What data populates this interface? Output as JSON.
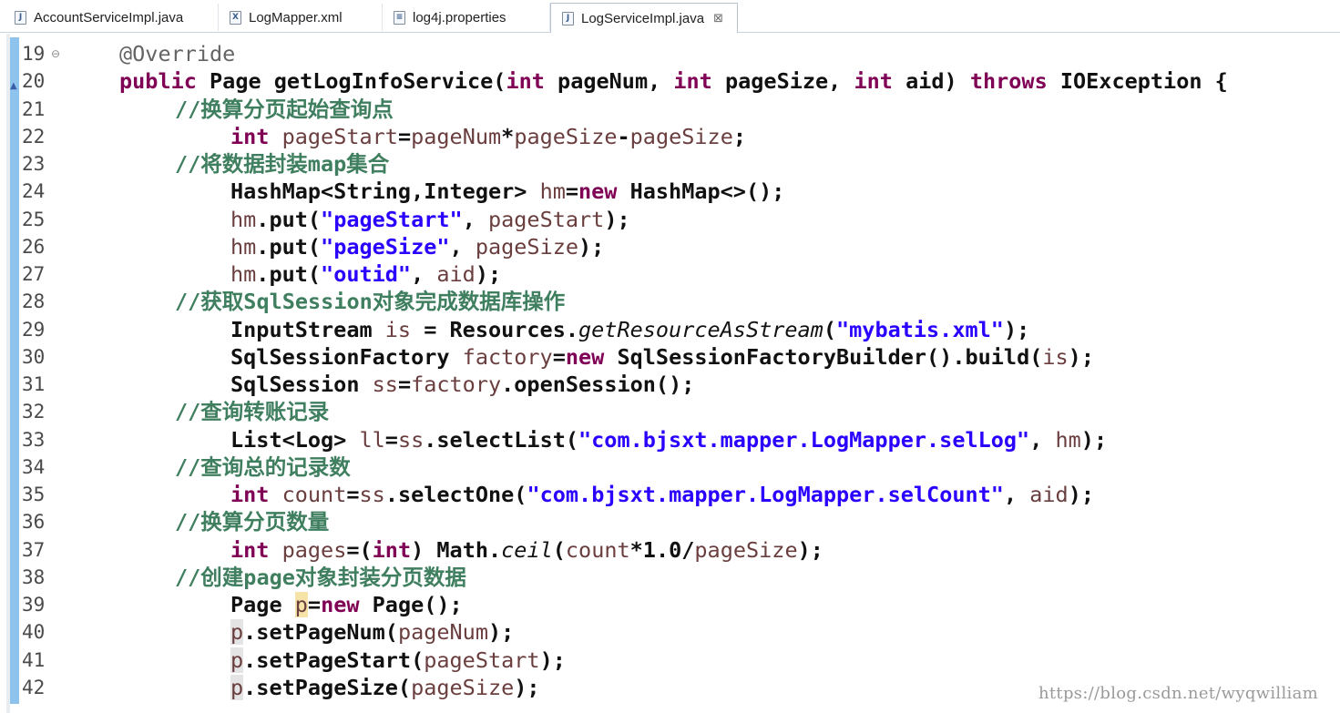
{
  "tabs": [
    {
      "label": "AccountServiceImpl.java",
      "icon": "java-file-icon",
      "glyph": "J"
    },
    {
      "label": "LogMapper.xml",
      "icon": "xml-file-icon",
      "glyph": "X"
    },
    {
      "label": "log4j.properties",
      "icon": "properties-file-icon",
      "glyph": "≡"
    },
    {
      "label": "LogServiceImpl.java",
      "icon": "java-file-icon",
      "glyph": "J",
      "active": true
    }
  ],
  "close_glyph": "⊠",
  "lines": [
    {
      "n": "19",
      "fold": "⊖",
      "text": "@Override"
    },
    {
      "n": "20",
      "over": "▲",
      "text": "public Page getLogInfoService(int pageNum, int pageSize, int aid) throws IOException {"
    },
    {
      "n": "21",
      "text": "//换算分页起始查询点"
    },
    {
      "n": "22",
      "text": "int pageStart=pageNum*pageSize-pageSize;"
    },
    {
      "n": "23",
      "text": "//将数据封装map集合"
    },
    {
      "n": "24",
      "text": "HashMap<String,Integer> hm=new HashMap<>();"
    },
    {
      "n": "25",
      "text": "hm.put(\"pageStart\", pageStart);"
    },
    {
      "n": "26",
      "text": "hm.put(\"pageSize\", pageSize);"
    },
    {
      "n": "27",
      "text": "hm.put(\"outid\", aid);"
    },
    {
      "n": "28",
      "text": "//获取SqlSession对象完成数据库操作"
    },
    {
      "n": "29",
      "text": "InputStream is = Resources.getResourceAsStream(\"mybatis.xml\");"
    },
    {
      "n": "30",
      "text": "SqlSessionFactory factory=new SqlSessionFactoryBuilder().build(is);"
    },
    {
      "n": "31",
      "text": "SqlSession ss=factory.openSession();"
    },
    {
      "n": "32",
      "text": "//查询转账记录"
    },
    {
      "n": "33",
      "text": "List<Log> ll=ss.selectList(\"com.bjsxt.mapper.LogMapper.selLog\", hm);"
    },
    {
      "n": "34",
      "text": "//查询总的记录数"
    },
    {
      "n": "35",
      "text": "int count=ss.selectOne(\"com.bjsxt.mapper.LogMapper.selCount\", aid);"
    },
    {
      "n": "36",
      "text": "//换算分页数量"
    },
    {
      "n": "37",
      "text": "int pages=(int) Math.ceil(count*1.0/pageSize);"
    },
    {
      "n": "38",
      "text": "//创建page对象封装分页数据"
    },
    {
      "n": "39",
      "text": "Page p=new Page();"
    },
    {
      "n": "40",
      "text": "p.setPageNum(pageNum);"
    },
    {
      "n": "41",
      "text": "p.setPageStart(pageStart);"
    },
    {
      "n": "42",
      "text": "p.setPageSize(pageSize);"
    }
  ],
  "watermark": "https://blog.csdn.net/wyqwilliam",
  "colors": {
    "keyword": "#7f0055",
    "comment": "#3f7f5f",
    "string": "#2a00ff",
    "field": "#6a3e3e",
    "ruler": "#8dc3ec"
  }
}
